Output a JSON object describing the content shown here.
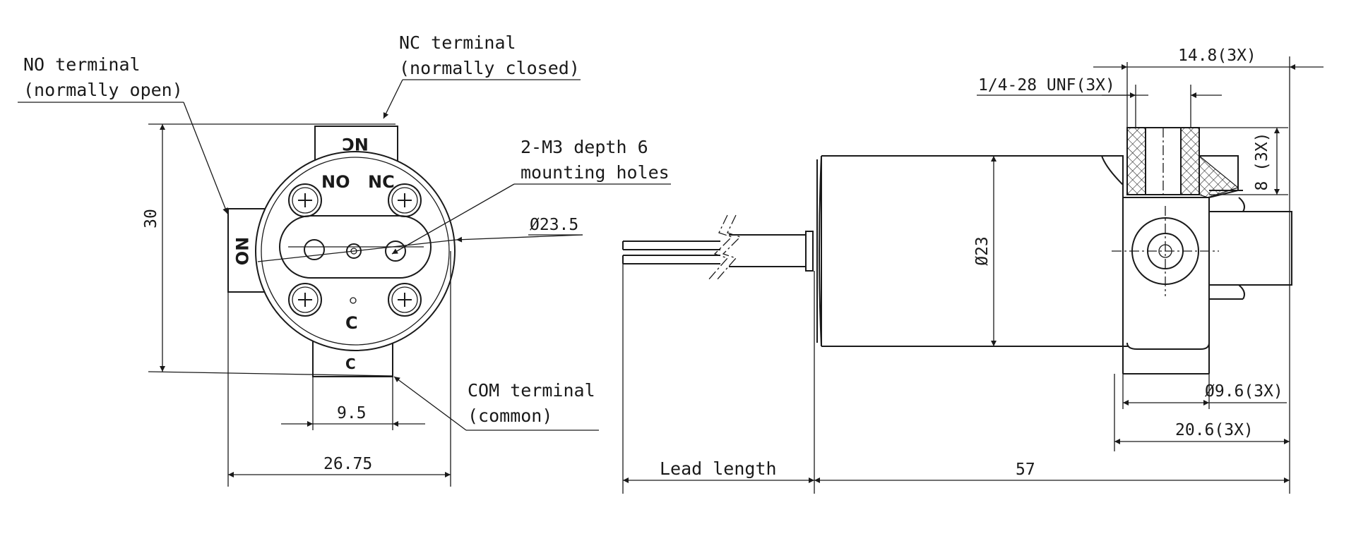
{
  "labels": {
    "no_terminal": "NO terminal",
    "no_terminal_sub": "(normally open)",
    "nc_terminal": "NC terminal",
    "nc_terminal_sub": "(normally closed)",
    "mounting_1": "2-M3 depth 6",
    "mounting_2": "mounting holes",
    "com_terminal": "COM terminal",
    "com_terminal_sub": "(common)",
    "thread": "1/4-28 UNF(3X)",
    "lead_length": "Lead length"
  },
  "face_marks": {
    "no": "NO",
    "nc": "NC",
    "c": "C"
  },
  "dimensions": {
    "height_30": "30",
    "width_26_75": "26.75",
    "spacing_9_5": "9.5",
    "dia_23_5": "Ø23.5",
    "dia_23": "Ø23",
    "length_57": "57",
    "width_14_8": "14.8(3X)",
    "depth_8": "8 (3X)",
    "dia_9_6": "Ø9.6(3X)",
    "width_20_6": "20.6(3X)"
  },
  "colors": {
    "line": "#1a1a1a",
    "background": "#ffffff"
  }
}
